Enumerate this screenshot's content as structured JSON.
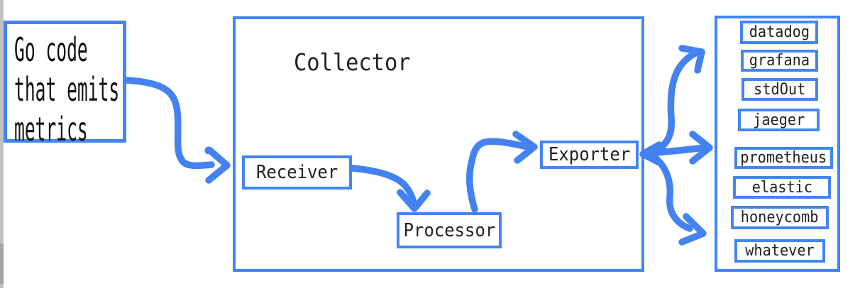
{
  "diagram": {
    "source_box": {
      "lines": [
        "Go code",
        "that emits",
        "metrics"
      ]
    },
    "collector": {
      "title": "Collector",
      "components": {
        "receiver": "Receiver",
        "processor": "Processor",
        "exporter": "Exporter"
      }
    },
    "destinations": [
      "datadog",
      "grafana",
      "stdOut",
      "jaeger",
      "prometheus",
      "elastic",
      "honeycomb",
      "whatever"
    ],
    "icons": {
      "arrows": "hand-drawn-flow-arrows"
    },
    "colors": {
      "box_border_blue": "#4285f4",
      "arrow_blue": "#4382f0",
      "text_black": "#1f1f1f",
      "scrollbar_gray": "#c2c2c2"
    }
  }
}
